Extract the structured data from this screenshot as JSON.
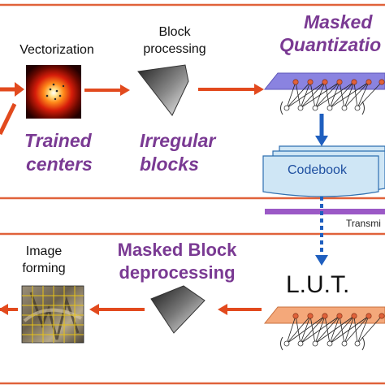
{
  "labels": {
    "vectorization": "Vectorization",
    "block_processing_1": "Block",
    "block_processing_2": "processing",
    "masked_quant_1": "Masked",
    "masked_quant_2": "Quantizatio",
    "trained_1": "Trained",
    "trained_2": "centers",
    "irregular_1": "Irregular",
    "irregular_2": "blocks",
    "codebook": "Codebook",
    "transmit": "Transmi",
    "image_forming_1": "Image",
    "image_forming_2": "forming",
    "masked_block_1": "Masked Block",
    "masked_block_2": "deprocessing",
    "lut": "L.U.T."
  },
  "colors": {
    "frame": "#e0623a",
    "arrow": "#e24a1e",
    "purple": "#7a3a93",
    "blue_arrow": "#1f5fbf",
    "codebook_fill": "#cfe6f5",
    "codebook_text": "#1e4fa0",
    "layer_top": "#8a83e0",
    "layer_bottom": "#f4a87a",
    "transmit_bar": "#9b59c6"
  }
}
